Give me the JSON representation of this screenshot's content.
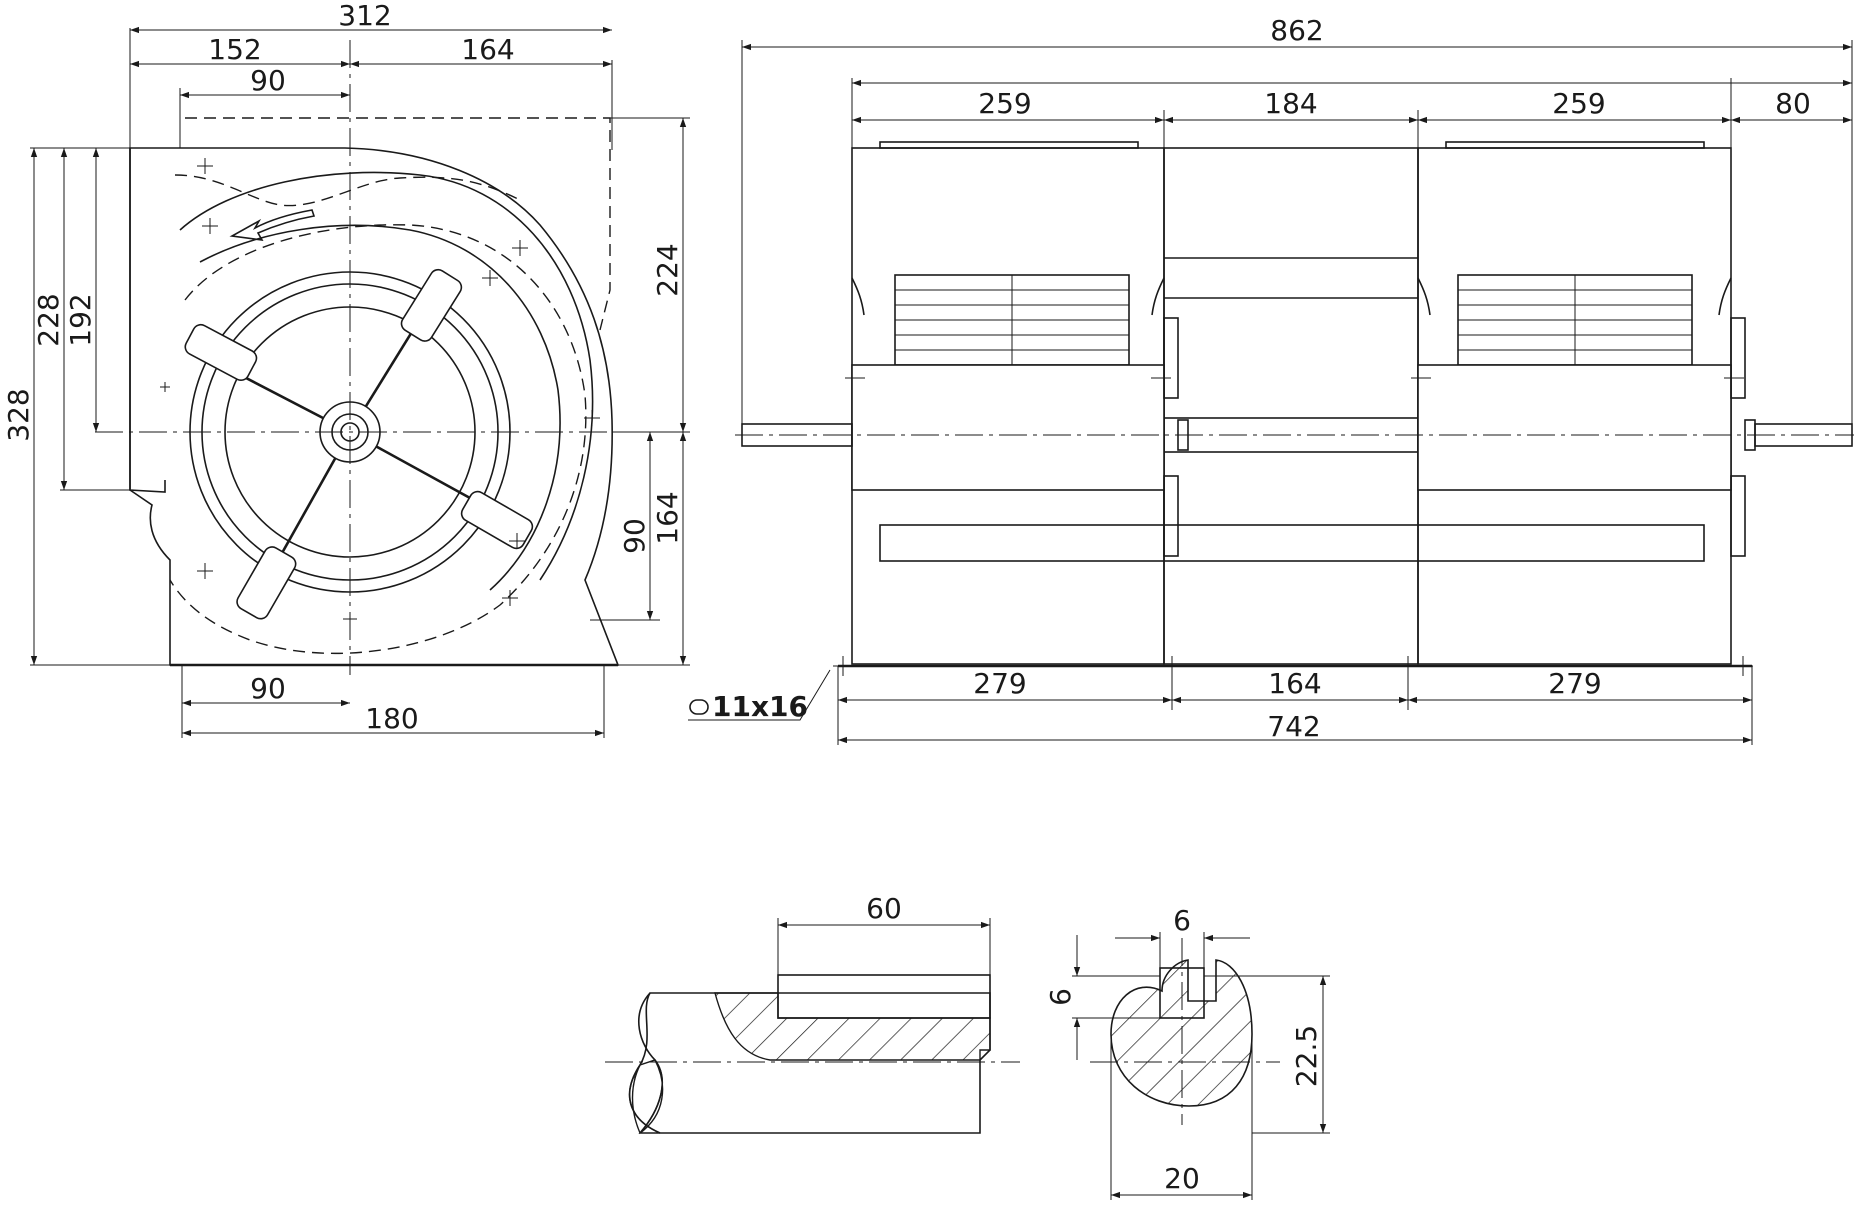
{
  "front_view": {
    "dims": {
      "overall_width": "312",
      "left_width": "152",
      "right_width": "164",
      "top_90": "90",
      "overall_height": "328",
      "height_228": "228",
      "height_192": "192",
      "height_224": "224",
      "height_164": "164",
      "height_90": "90",
      "bottom_90": "90",
      "bottom_180": "180"
    }
  },
  "side_view": {
    "dims": {
      "overall_length": "862",
      "wheel_left": "259",
      "middle": "184",
      "wheel_right": "259",
      "shaft_end": "80",
      "foot_left": "279",
      "foot_middle": "164",
      "foot_right": "279",
      "foot_overall": "742",
      "slot": "11x16"
    }
  },
  "shaft_detail": {
    "key_length": "60",
    "key_width": "6",
    "key_depth": "6",
    "shaft_dim": "22.5",
    "shaft_diameter": "20"
  }
}
